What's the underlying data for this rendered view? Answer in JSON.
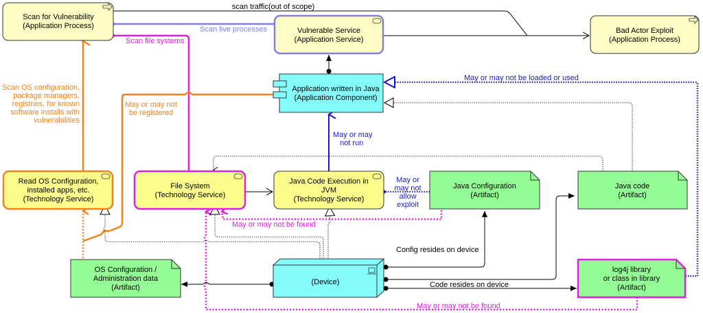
{
  "colors": {
    "process_fill": "#fcfcc4",
    "service_fill": "#fcfc8c",
    "component_fill": "#84fcfc",
    "artifact_fill": "#94fc94",
    "device_fill": "#84fcfc",
    "orange": "#ee8420",
    "magenta": "#e020e0",
    "blue": "#1a1ac8",
    "lavender": "#8080e8",
    "navy_dotted": "#22229a"
  },
  "nodes": {
    "scan_vuln": {
      "lines": [
        "Scan for Vulnerability",
        "(Application Process)"
      ],
      "type": "Application Process"
    },
    "vuln_service": {
      "lines": [
        "Vulnerable Service",
        "(Application Service)"
      ],
      "type": "Application Service"
    },
    "bad_actor": {
      "lines": [
        "Bad Actor Exploit",
        "(Application Process)"
      ],
      "type": "Application Process"
    },
    "app_java": {
      "lines": [
        "Application written in Java",
        "(Application Component)"
      ],
      "type": "Application Component"
    },
    "read_os": {
      "lines": [
        "Read OS Configuration,",
        "installed apps, etc.",
        "(Technology Service)"
      ],
      "type": "Technology Service"
    },
    "file_system": {
      "lines": [
        "File System",
        "(Technology Service)"
      ],
      "type": "Technology Service"
    },
    "jvm": {
      "lines": [
        "Java Code Execution in",
        "JVM",
        "(Technology Service)"
      ],
      "type": "Technology Service"
    },
    "java_config": {
      "lines": [
        "Java Configuration",
        "(Artifact)"
      ],
      "type": "Artifact"
    },
    "java_code": {
      "lines": [
        "Java code",
        "(Artifact)"
      ],
      "type": "Artifact"
    },
    "os_config": {
      "lines": [
        "OS Configuration /",
        "Administration data",
        "(Artifact)"
      ],
      "type": "Artifact"
    },
    "device": {
      "lines": [
        "(Device)"
      ],
      "type": "Device"
    },
    "log4j": {
      "lines": [
        "log4j library",
        "or class in library",
        "(Artifact)"
      ],
      "type": "Artifact"
    }
  },
  "labels": {
    "scan_traffic": "scan traffic(out of scope)",
    "scan_live": "Scan live processes",
    "scan_fs": "Scan file systems",
    "scan_os": [
      "Scan OS configuration,",
      "package managers,",
      "registries, for known",
      "software installs with",
      "vulnerabilities"
    ],
    "may_registered": [
      "May or may not",
      "be registered"
    ],
    "may_run": [
      "May or may",
      "not run"
    ],
    "may_allow": [
      "May or",
      "may not",
      "allow",
      "exploit"
    ],
    "may_loaded": "May or may not be loaded or used",
    "may_found_1": "May or may not be found",
    "may_found_2": "May or may not be found",
    "config_resides": "Config resides on device",
    "code_resides": "Code resides on device"
  },
  "icons": {
    "process": "process-arrow-icon",
    "service": "service-pill-icon",
    "component": "component-icon",
    "device": "monitor-icon"
  }
}
